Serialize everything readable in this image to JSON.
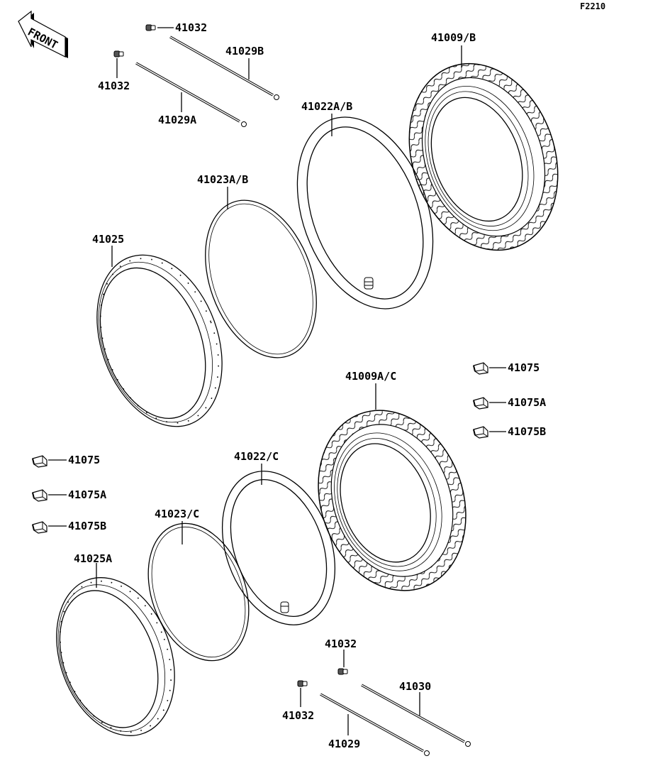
{
  "diagram_code": "F2210",
  "front_arrow": "FRONT",
  "labels": {
    "nipple_top_right": "41032",
    "nipple_top_left": "41032",
    "spoke_b": "41029B",
    "spoke_a": "41029A",
    "tire_upper": "41009/B",
    "tube_upper": "41022A/B",
    "rim_band_upper": "41023A/B",
    "rim_upper": "41025",
    "tire_lower": "41009A/C",
    "tube_lower": "41022/C",
    "rim_band_lower": "41023/C",
    "rim_lower": "41025A",
    "valve_r1": "41075",
    "valve_r2": "41075A",
    "valve_r3": "41075B",
    "valve_l1": "41075",
    "valve_l2": "41075A",
    "valve_l3": "41075B",
    "nipple_bottom_right": "41032",
    "nipple_bottom_left": "41032",
    "spoke_30": "41030",
    "spoke_29": "41029"
  }
}
